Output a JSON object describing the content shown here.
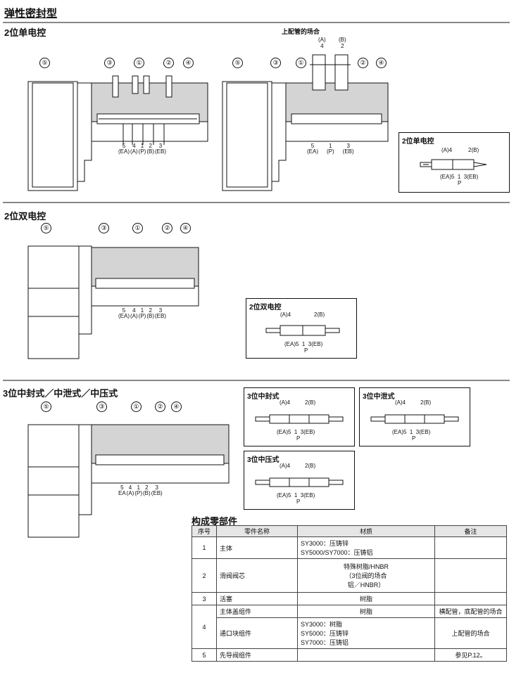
{
  "header": {
    "title": "弹性密封型"
  },
  "sections": {
    "single": {
      "title": "2位单电控",
      "top_note": "上配管的场合",
      "top_ports": {
        "a_label": "(A)",
        "a_num": "4",
        "b_label": "(B)",
        "b_num": "2"
      },
      "left_ports": [
        "5\n(EA)",
        "4\n(A)",
        "1\n(P)",
        "2\n(B)",
        "3\n(EB)"
      ],
      "right_ports": [
        "5\n(EA)",
        "1\n(P)",
        "3\n(EB)"
      ]
    },
    "double": {
      "title": "2位双电控",
      "ports": [
        "5\n(EA)",
        "4\n(A)",
        "1\n(P)",
        "2\n(B)",
        "3\n(EB)"
      ]
    },
    "three": {
      "title": "3位中封式／中泄式／中压式",
      "ports": [
        "5\nEA",
        "4\n(A)",
        "1\n(P)",
        "2\n(B)",
        "3\n(EB)"
      ]
    }
  },
  "callouts": [
    "⑤",
    "③",
    "①",
    "②",
    "④"
  ],
  "symbols": {
    "single": {
      "title": "2位单电控"
    },
    "double": {
      "title": "2位双电控"
    },
    "closed": {
      "title": "3位中封式"
    },
    "exhaust": {
      "title": "3位中泄式"
    },
    "pressure": {
      "title": "3位中压式"
    },
    "a_port": "(A)4",
    "b_port": "2(B)",
    "bottom": "(EA)5  1  3(EB)",
    "p": "P"
  },
  "parts": {
    "title": "构成零部件",
    "headers": [
      "序号",
      "零件名称",
      "材质",
      "备注"
    ],
    "rows": [
      {
        "no": "1",
        "name": "主体",
        "mat": [
          "SY3000：压铸锌",
          "SY5000/SY7000：压铸铝"
        ],
        "note": ""
      },
      {
        "no": "2",
        "name": "滑阀阀芯",
        "mat": [
          "特殊树脂/HNBR",
          "（3位阀的场合",
          "铝／HNBR）"
        ],
        "note": ""
      },
      {
        "no": "3",
        "name": "活塞",
        "mat": [
          "树脂"
        ],
        "note": ""
      },
      {
        "no": "",
        "name": "主体盖组件",
        "mat": [
          "树脂"
        ],
        "note": "横配管，底配管的场合"
      },
      {
        "no": "4",
        "name": "通口块组件",
        "mat": [
          "SY3000：树脂",
          "SY5000：压铸锌",
          "SY7000：压铸铝"
        ],
        "note": "上配管的场合"
      },
      {
        "no": "5",
        "name": "先导阀组件",
        "mat": [],
        "note": "参见P.12。"
      }
    ]
  },
  "colors": {
    "body_fill": "#d4d4d4",
    "rule": "#888888"
  }
}
